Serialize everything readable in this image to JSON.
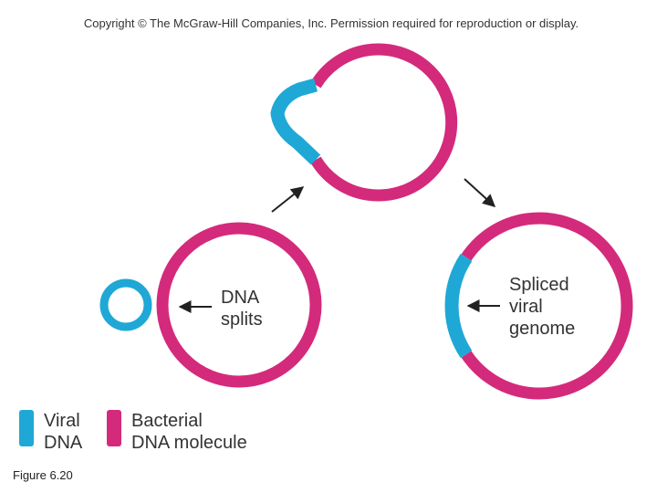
{
  "header": {
    "copyright": "Copyright © The McGraw-Hill Companies, Inc. Permission required for reproduction or display."
  },
  "labels": {
    "dna_splits": [
      "DNA",
      "splits"
    ],
    "spliced_viral_genome": [
      "Spliced",
      "viral",
      "genome"
    ]
  },
  "legend": {
    "viral": [
      "Viral",
      "DNA"
    ],
    "bacterial": [
      "Bacterial",
      "DNA molecule"
    ]
  },
  "figure": {
    "label": "Figure 6.20"
  },
  "colors": {
    "viral_dna": "#1fa8d6",
    "bacterial_dna": "#d42a7c",
    "arrow": "#222222",
    "text": "#333333"
  }
}
